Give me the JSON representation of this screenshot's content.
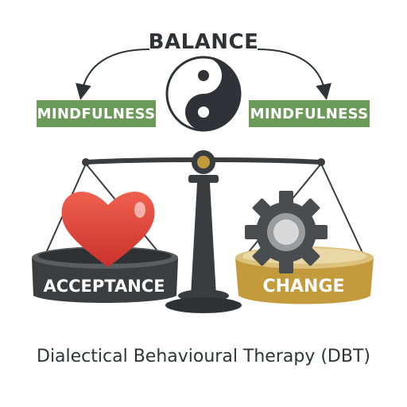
{
  "title": "BALANCE",
  "left_tag": "MINDFULNESS",
  "right_tag": "MINDFULNESS",
  "left_pan_label": "ACCEPTANCE",
  "right_pan_label": "CHANGE",
  "caption": "Dialectical Behavioural Therapy (DBT)",
  "icons": {
    "center": "yin-yang-icon",
    "left_pan": "heart-icon",
    "right_pan": "gear-icon"
  },
  "colors": {
    "tag_green": "#6c9a59",
    "scale_dark": "#3a3d40",
    "left_pan": "#3b3e41",
    "right_pan": "#c39a3c",
    "heart": "#e2453a"
  }
}
